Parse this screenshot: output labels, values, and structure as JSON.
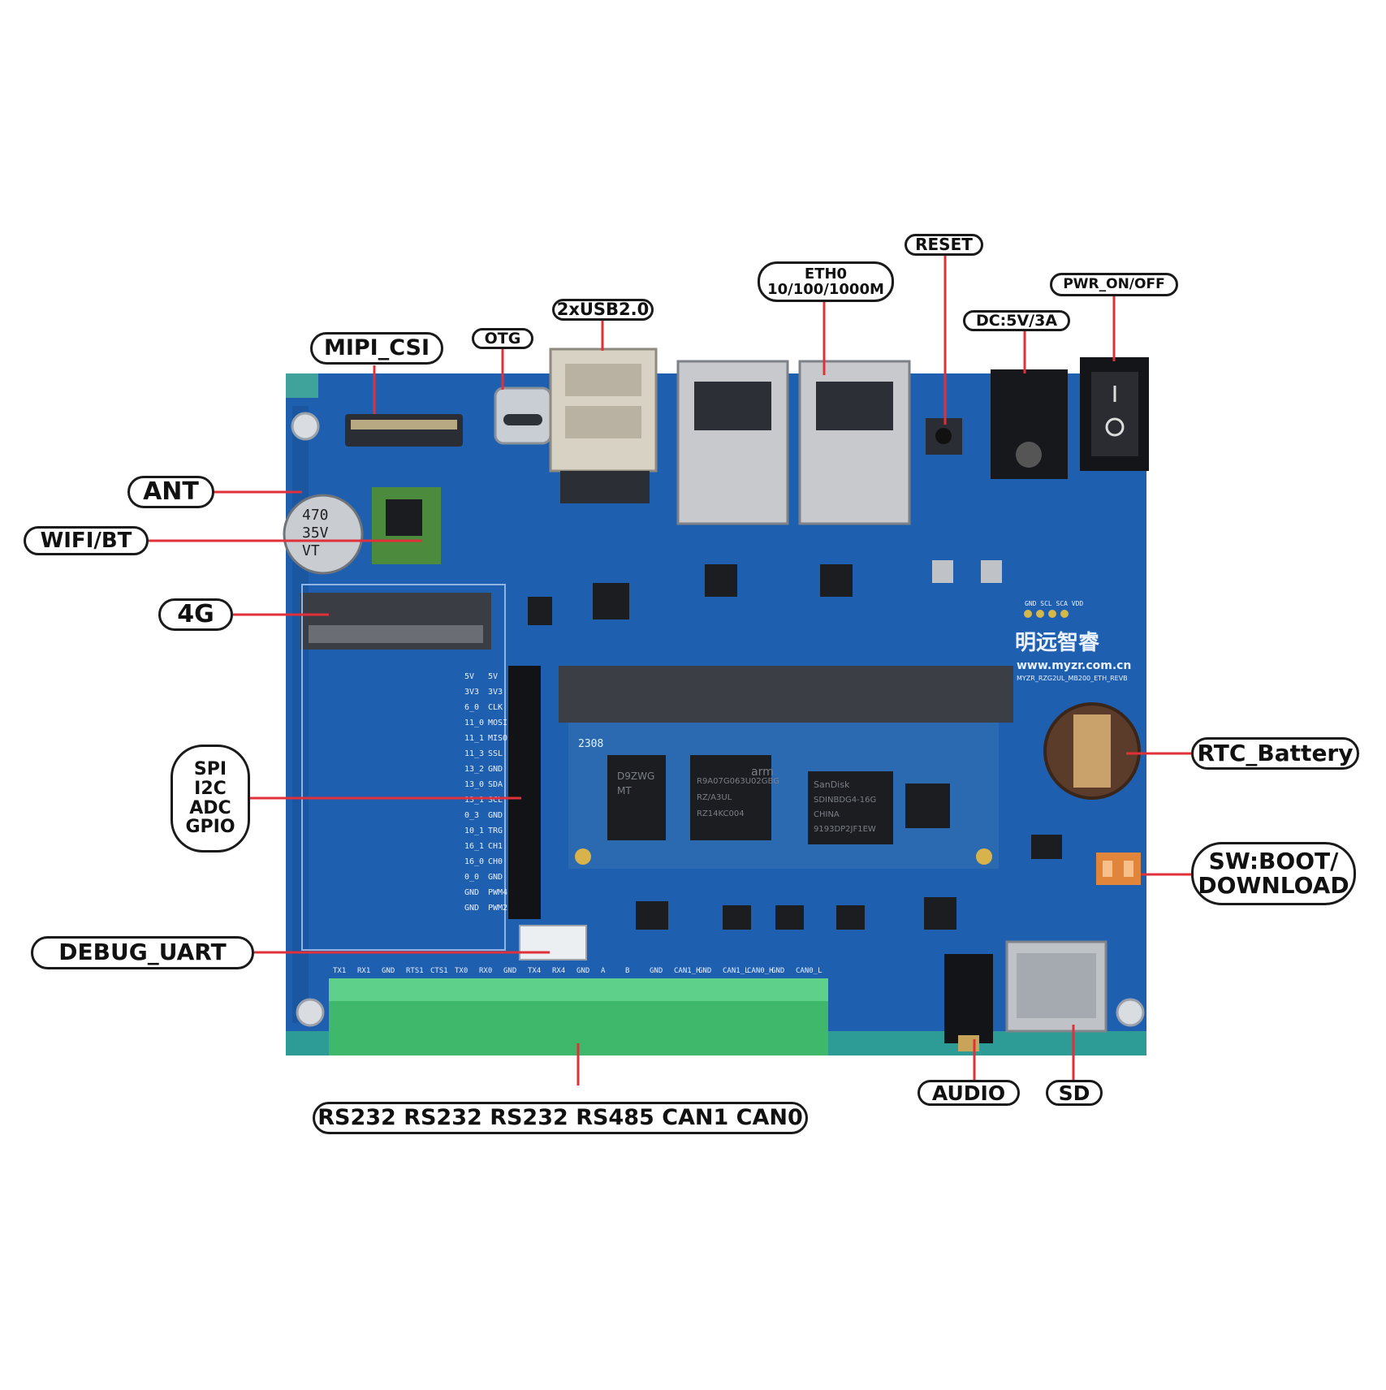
{
  "colors": {
    "pcb": "#1f5fb0",
    "pcb_dark": "#174a8c",
    "leader": "#e0303a",
    "terminal": "#3fb86b"
  },
  "labels": {
    "mipi_csi": "MIPI_CSI",
    "otg": "OTG",
    "usb": "2xUSB2.0",
    "eth0": "ETH0\n10/100/1000M",
    "reset": "RESET",
    "dc": "DC:5V/3A",
    "pwr": "PWR_ON/OFF",
    "ant": "ANT",
    "wifi_bt": "WIFI/BT",
    "lte_4g": "4G",
    "spi_group": "SPI\nI2C\nADC\nGPIO",
    "debug_uart": "DEBUG_UART",
    "rtc_battery": "RTC_Battery",
    "sw_boot": "SW:BOOT/\nDOWNLOAD",
    "audio": "AUDIO",
    "sd": "SD",
    "serial_ports": "RS232 RS232 RS232 RS485 CAN1 CAN0"
  },
  "board": {
    "brand": "明远智睿",
    "website": "www.myzr.com.cn",
    "model": "MYZR_RZG2UL_MB200_ETH_REVB",
    "capacitor": [
      "470",
      "35V",
      "VT"
    ],
    "core_chips": {
      "cpu": [
        "R9A07G063U02GBG",
        "RZ/A3UL",
        "RZ14KC004"
      ],
      "emmc": [
        "SanDisk",
        "SDINBDG4-16G",
        "CHINA",
        "9193DP2JF1EW"
      ],
      "ddr": [
        "D9ZWG",
        "MT"
      ],
      "arm_mark": "arm"
    },
    "header_pins": [
      "5V",
      "3V3",
      "6_0",
      "11_0",
      "11_1",
      "11_3",
      "13_2",
      "13_0",
      "13_1",
      "0_3",
      "10_1",
      "16_1",
      "16_0",
      "0_0",
      "GND",
      "GND"
    ],
    "header_funcs": [
      "5V",
      "3V3",
      "CLK",
      "MOSI",
      "MISO",
      "SSL",
      "GND",
      "SDA",
      "SCL",
      "GND",
      "TRG",
      "CH1",
      "CH0",
      "GND",
      "PWM4",
      "PWM2"
    ],
    "terminal_pins": [
      "TX1",
      "RX1",
      "GND",
      "RTS1",
      "CTS1",
      "TX0",
      "RX0",
      "GND",
      "TX4",
      "RX4",
      "GND",
      "A",
      "B",
      "GND",
      "CAN1_H",
      "GND",
      "CAN1_L",
      "CAN0_H",
      "GND",
      "CAN0_L"
    ],
    "i2c_header": "GND SCL SCA VDD",
    "module_mark": "2308"
  }
}
